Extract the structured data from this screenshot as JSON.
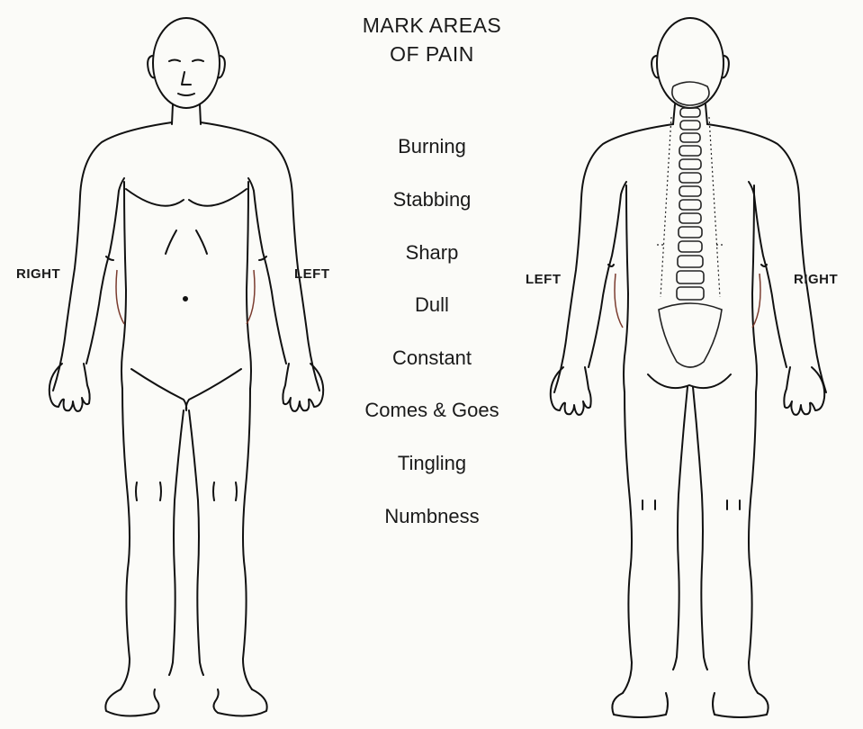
{
  "title": {
    "line1": "MARK AREAS",
    "line2": "OF PAIN"
  },
  "pain_types": [
    "Burning",
    "Stabbing",
    "Sharp",
    "Dull",
    "Constant",
    "Comes & Goes",
    "Tingling",
    "Numbness"
  ],
  "front_labels": {
    "right": "RIGHT",
    "left": "LEFT"
  },
  "back_labels": {
    "left": "LEFT",
    "right": "RIGHT"
  },
  "figures": {
    "front": "front-body-outline",
    "back": "back-body-outline-with-spine"
  }
}
